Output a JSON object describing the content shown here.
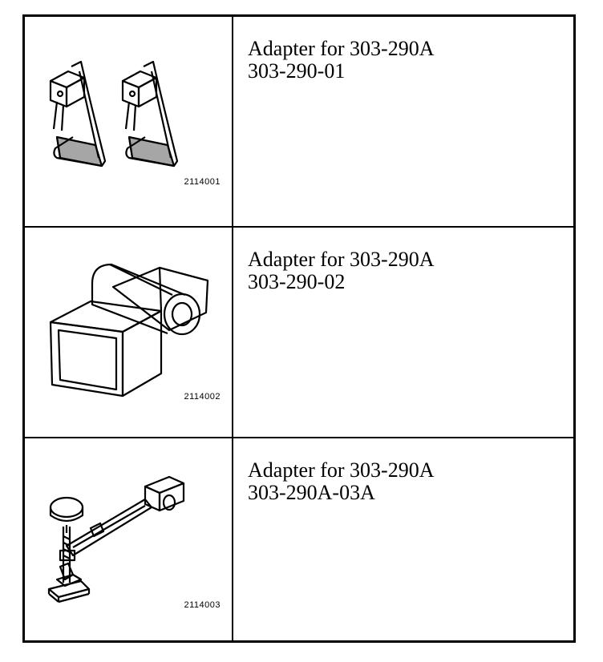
{
  "tools": [
    {
      "description": "Adapter for 303-290A",
      "part_number": "303-290-01",
      "figure_number": "2114001",
      "illustration": "twin-bracket-adapter-icon"
    },
    {
      "description": "Adapter for 303-290A",
      "part_number": "303-290-02",
      "figure_number": "2114002",
      "illustration": "square-tube-adapter-icon"
    },
    {
      "description": "Adapter for 303-290A",
      "part_number": "303-290A-03A",
      "figure_number": "2114003",
      "illustration": "screw-clamp-adapter-icon"
    }
  ]
}
